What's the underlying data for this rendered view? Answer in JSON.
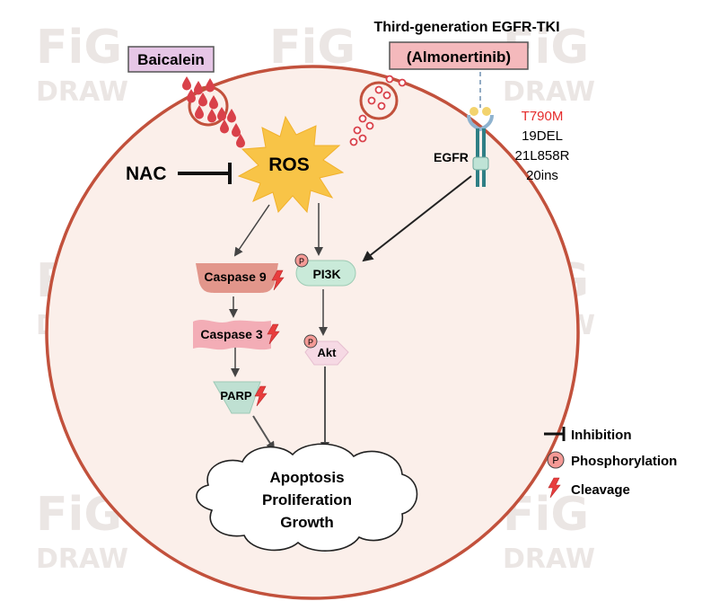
{
  "drug": {
    "baicalein": "Baicalein",
    "tki_heading": "Third-generation EGFR-TKI",
    "almonertinib": "(Almonertinib)"
  },
  "inhibitor": "NAC",
  "ros": "ROS",
  "receptor": {
    "name": "EGFR",
    "mutations": [
      "T790M",
      "19DEL",
      "21L858R",
      "20ins"
    ]
  },
  "pathway": {
    "caspase9": "Caspase 9",
    "caspase3": "Caspase 3",
    "parp": "PARP",
    "pi3k": "PI3K",
    "akt": "Akt"
  },
  "outcome": [
    "Apoptosis",
    "Proliferation",
    "Growth"
  ],
  "legend": {
    "inhibition": "Inhibition",
    "phosphorylation": "Phosphorylation",
    "cleavage": "Cleavage",
    "p_symbol": "P"
  },
  "watermark": [
    "FiG",
    "DRAW"
  ],
  "colors": {
    "cell_border": "#c2513c",
    "cell_fill": "#fbefea",
    "ros_fill": "#f8c447",
    "droplet": "#d9414a",
    "baicalein_box": "#e6c6e6",
    "almonertinib_box": "#f4b9bc",
    "caspase9": "#e2968b",
    "caspase3": "#f3adb6",
    "parp": "#bfe0d2",
    "pi3k": "#c9ead9",
    "akt": "#f6d9e4",
    "mutation_highlight": "#e52b2b",
    "lightning": "#e83d3d",
    "p_marker": "#f59a96"
  }
}
